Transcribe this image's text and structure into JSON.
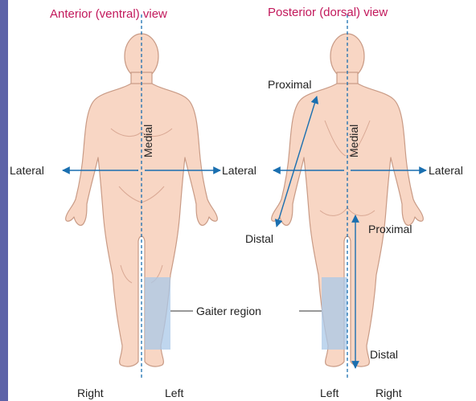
{
  "views": {
    "anterior_title": "Anterior (ventral) view",
    "posterior_title": "Posterior (dorsal) view"
  },
  "labels": {
    "lateral_left": "Lateral",
    "lateral_center": "Lateral",
    "lateral_right": "Lateral",
    "medial_anterior": "Medial",
    "medial_posterior": "Medial",
    "proximal_arm": "Proximal",
    "distal_arm": "Distal",
    "proximal_leg": "Proximal",
    "distal_leg": "Distal",
    "gaiter_region": "Gaiter region"
  },
  "sides": {
    "anterior_right": "Right",
    "anterior_left": "Left",
    "posterior_left": "Left",
    "posterior_right": "Right"
  },
  "colors": {
    "sidebar": "#5d63a8",
    "skin_fill": "#f8d6c4",
    "skin_stroke": "#c99b86",
    "gaiter": "#a9c8e8",
    "arrow": "#1a6fb0",
    "title": "#c2185b",
    "text": "#222222"
  }
}
